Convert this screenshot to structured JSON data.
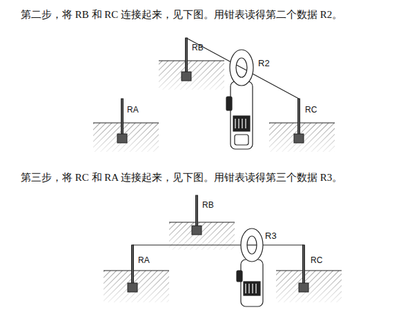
{
  "diagram": {
    "labels": [
      "第二步，将 RB 和 RC 连接起来，见下图。用钳表读得第二个数据 R2。",
      "RB",
      "R2",
      "RA",
      "RC",
      "第三步，将 RC 和 RA 连接起来，见下图。用钳表读得第三个数据 R3。",
      "RB",
      "R3",
      "RA",
      "RC"
    ]
  }
}
